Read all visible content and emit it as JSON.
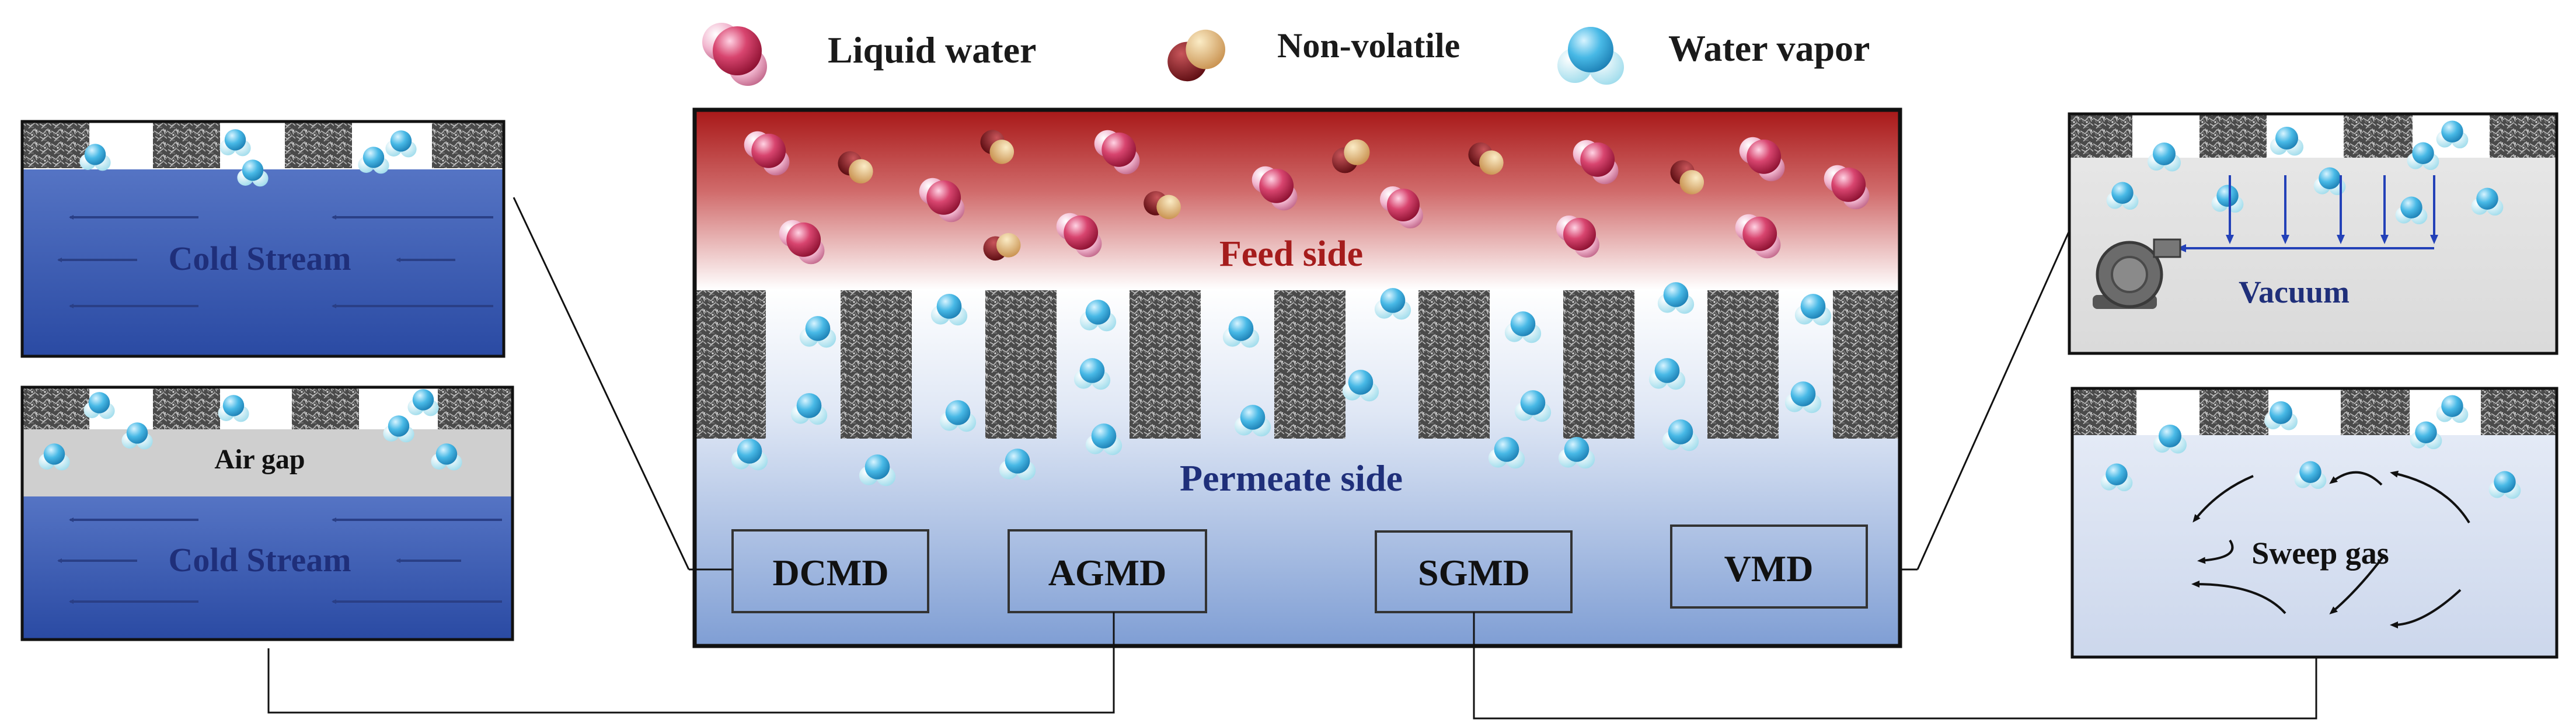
{
  "legend": {
    "liquid_water": "Liquid water",
    "non_volatile": "Non-volatile",
    "water_vapor": "Water vapor"
  },
  "center": {
    "feed_label": "Feed side",
    "permeate_label": "Permeate side",
    "configs": [
      "DCMD",
      "AGMD",
      "SGMD",
      "VMD"
    ]
  },
  "dcmd_panel": {
    "stream_label": "Cold Stream"
  },
  "agmd_panel": {
    "air_gap_label": "Air gap",
    "stream_label": "Cold Stream"
  },
  "vmd_panel": {
    "vacuum_label": "Vacuum"
  },
  "sgmd_panel": {
    "sweep_label": "Sweep gas"
  },
  "colors": {
    "feed_red": "#a81818",
    "permeate_blue": "#7f9ed4",
    "cold_stream_blue": "#2f4fa8",
    "label_red": "#a51c1c",
    "label_navy": "#1f2f7a",
    "air_gap_gray": "#cfcfcf",
    "vapor_cyan": "#48b9e6",
    "water_magenta": "#c83a6a",
    "nonvolatile_brown": "#8c1f1f"
  }
}
